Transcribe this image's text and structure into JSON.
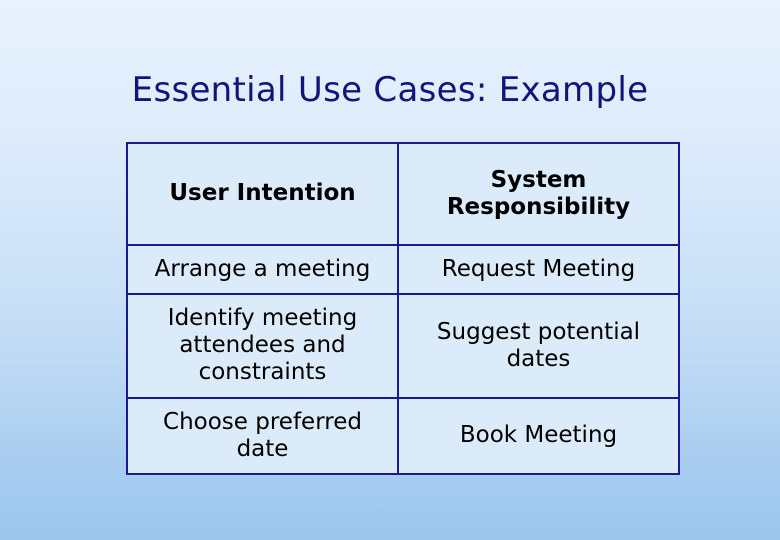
{
  "slide": {
    "title": "Essential Use Cases: Example",
    "title_color": "#13137a",
    "background_top_color": "#e8f2fc",
    "background_bottom_color": "#9cc6ee"
  },
  "table": {
    "border_color": "#1a1a8c",
    "cell_fill": "#dcebfa",
    "headers": {
      "col1": "User Intention",
      "col2": "System Responsibility"
    },
    "rows": [
      {
        "intention": "Arrange a meeting",
        "responsibility": "Request Meeting"
      },
      {
        "intention": "Identify meeting attendees and constraints",
        "responsibility": "Suggest potential dates"
      },
      {
        "intention": "Choose preferred date",
        "responsibility": "Book Meeting"
      }
    ]
  }
}
